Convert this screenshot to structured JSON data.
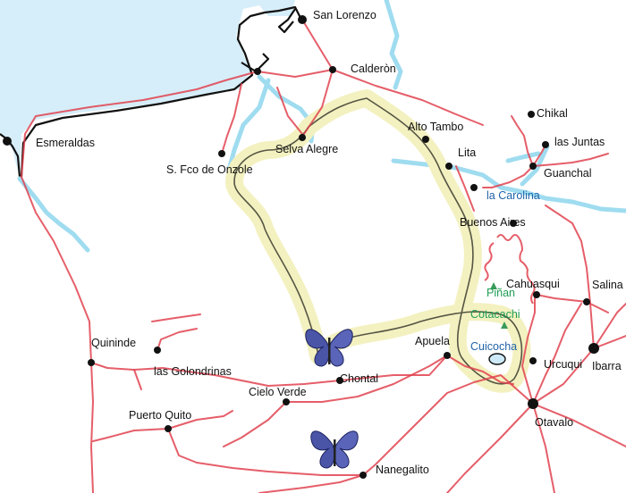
{
  "map": {
    "towns": {
      "san_lorenzo": "San Lorenzo",
      "calderon": "Calderòn",
      "esmeraldas": "Esmeraldas",
      "selva_alegre": "Selva Alegre",
      "s_fco_de_onzole": "S. Fco de Onzole",
      "alto_tambo": "Alto Tambo",
      "lita": "Lita",
      "chikal": "Chikal",
      "las_juntas": "las Juntas",
      "guanchal": "Guanchal",
      "buenos_aires": "Buenos Aires",
      "cahuasqui": "Cahuasqui",
      "salinas": "Salina",
      "ibarra": "Ibarra",
      "otavalo": "Otavalo",
      "urcuqui": "Urcuqui",
      "apuela": "Apuela",
      "chontal": "Chontal",
      "cielo_verde": "Cielo Verde",
      "las_golondrinas": "las Golondrinas",
      "quininde": "Quininde",
      "puerto_quito": "Puerto Quito",
      "nanegalito": "Nanegalito"
    },
    "rivers": {
      "la_carolina": "la Carolina"
    },
    "lakes": {
      "cuicocha": "Cuicocha"
    },
    "volcanoes": {
      "pinan": "Piñan",
      "cotacachi": "Cotacachi"
    },
    "colors": {
      "road": "#e0424f",
      "river": "#9fdcf0",
      "sea": "#d6eef9",
      "range_fill": "#f3f1c0",
      "river_label": "#1f63a8",
      "volcano_label": "#1e9e55",
      "butterfly_wing": "#4a55a8"
    },
    "icons": [
      "town-dot-icon",
      "volcano-icon",
      "butterfly-icon"
    ]
  }
}
